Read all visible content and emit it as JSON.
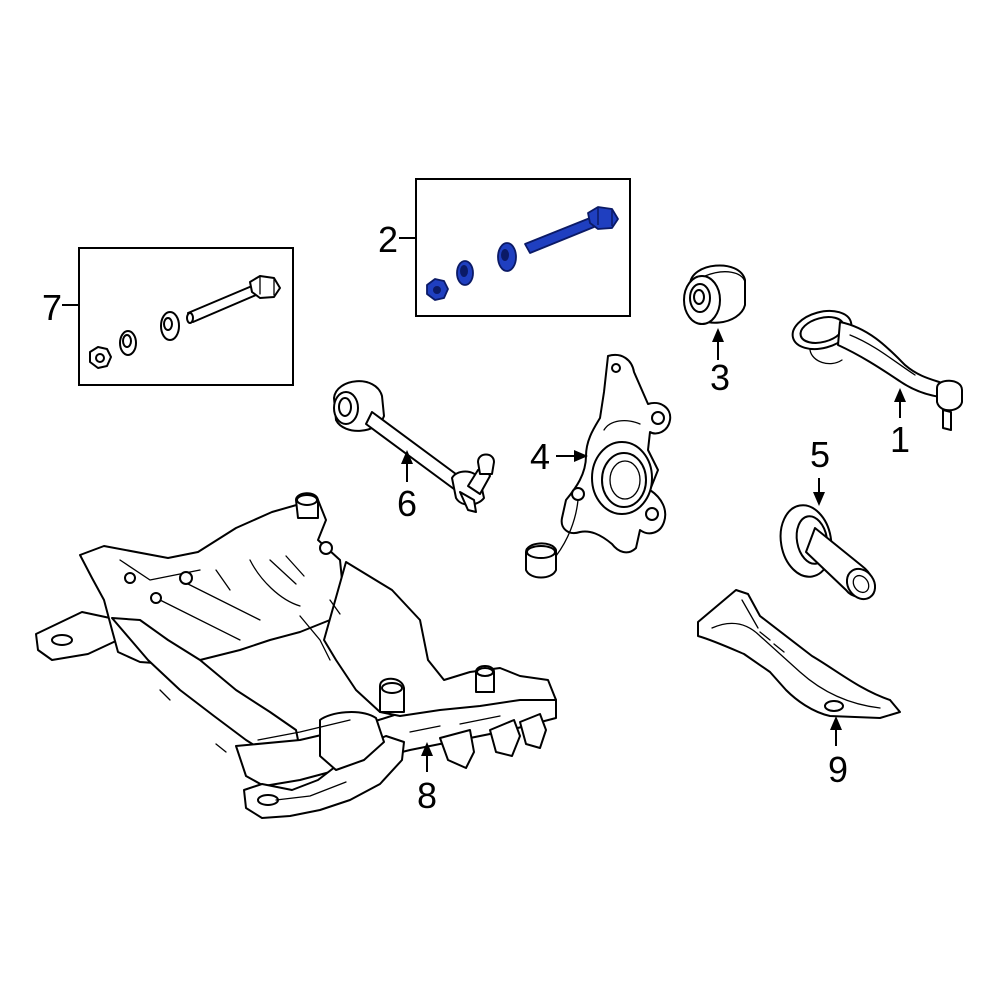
{
  "callouts": {
    "c1": "1",
    "c2": "2",
    "c3": "3",
    "c4": "4",
    "c5": "5",
    "c6": "6",
    "c7": "7",
    "c8": "8",
    "c9": "9"
  },
  "colors": {
    "highlight": "#1f3fc0",
    "line": "#000000",
    "background": "#ffffff"
  },
  "highlighted_callout": "2"
}
